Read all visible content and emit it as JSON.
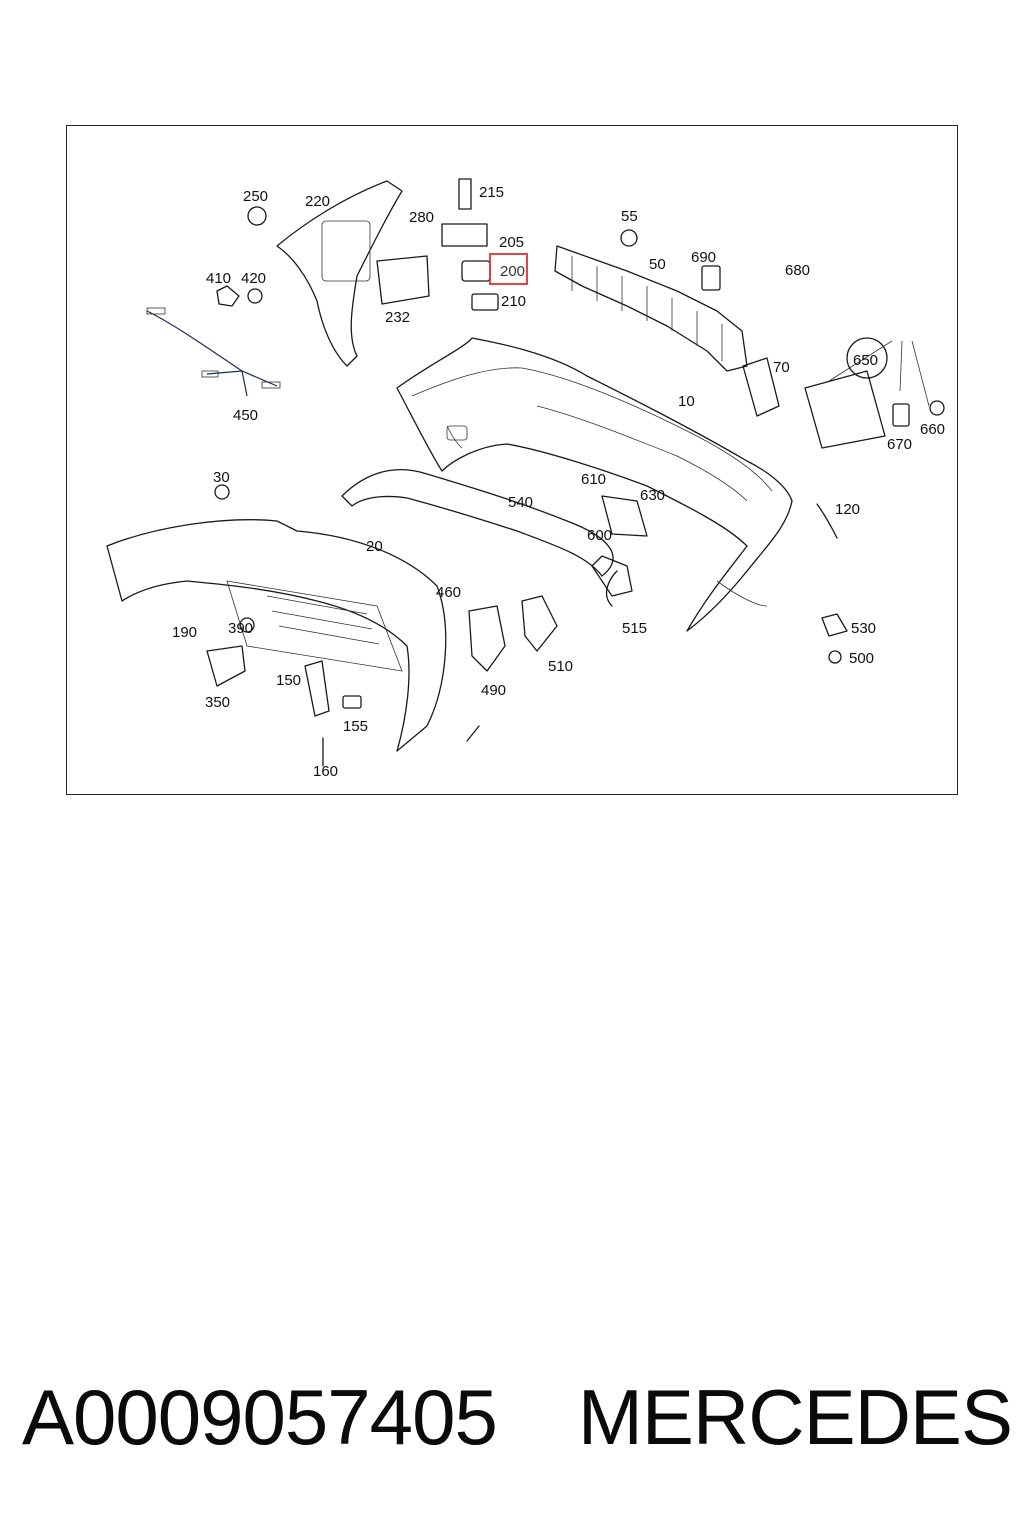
{
  "diagram": {
    "labels": [
      "250",
      "220",
      "280",
      "215",
      "205",
      "200",
      "210",
      "55",
      "50",
      "690",
      "680",
      "410",
      "420",
      "232",
      "450",
      "650",
      "70",
      "10",
      "660",
      "670",
      "30",
      "610",
      "630",
      "540",
      "120",
      "20",
      "600",
      "460",
      "515",
      "530",
      "190",
      "390",
      "510",
      "500",
      "150",
      "490",
      "350",
      "155",
      "160"
    ],
    "highlighted_label": "200"
  },
  "footer": {
    "part_number": "A0009057405",
    "brand": "MERCEDES"
  }
}
